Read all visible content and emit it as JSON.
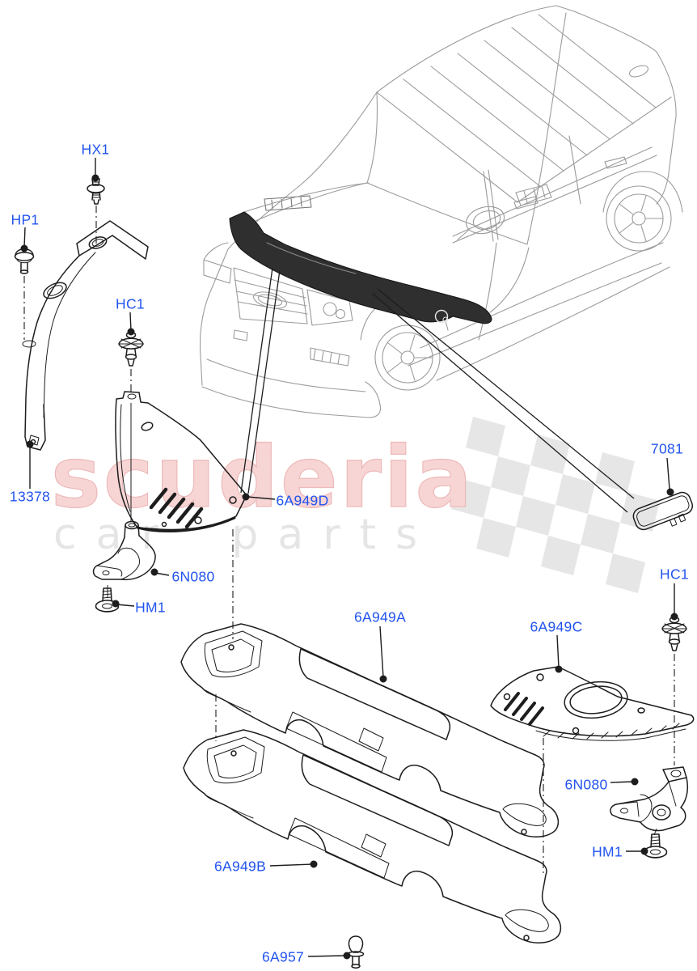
{
  "watermark": {
    "brand": "scuderia",
    "tagline": "car parts"
  },
  "colors": {
    "label_blue": "#2254ee",
    "part_line_black": "#1d1d1d",
    "vehicle_line_gray": "#9b9b9b",
    "watermark_pink_fill": "#f7d5d5",
    "watermark_pink_edge": "#eeb9b9",
    "watermark_gray": "#e5e5e5",
    "flag_gray": "#e6e6e6",
    "background": "#ffffff"
  },
  "parts": {
    "hx1": "HX1",
    "hp1": "HP1",
    "hc1_left": "HC1",
    "bracket_13378": "13378",
    "n6080_left": "6N080",
    "hm1_left": "HM1",
    "a949d": "6A949D",
    "a949a": "6A949A",
    "a949c": "6A949C",
    "p7081": "7081",
    "hc1_right": "HC1",
    "n6080_right": "6N080",
    "hm1_right": "HM1",
    "a949b": "6A949B",
    "a957": "6A957"
  }
}
